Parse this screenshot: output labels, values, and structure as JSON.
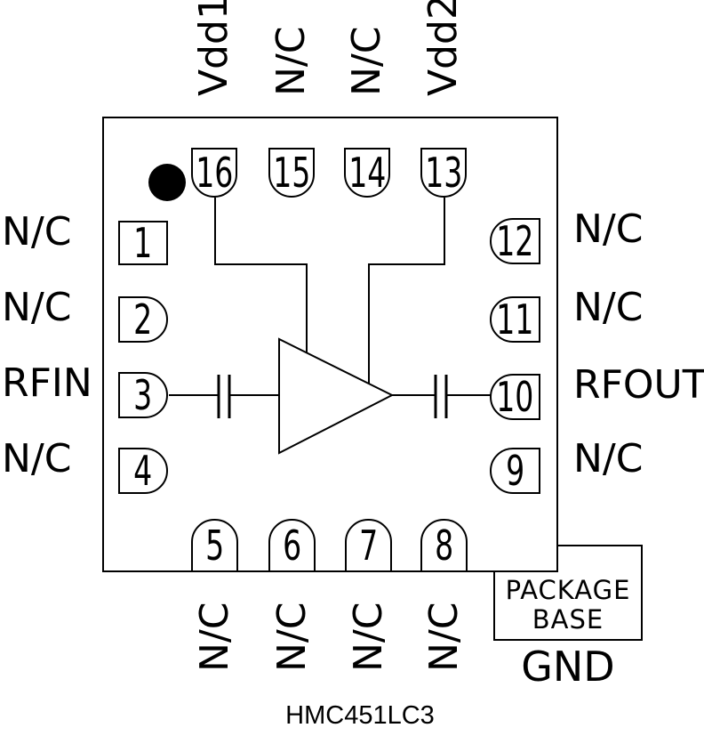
{
  "title": "HMC451LC3",
  "chip": {
    "pins": {
      "top": [
        {
          "num": "16",
          "label": "Vdd1"
        },
        {
          "num": "15",
          "label": "N/C"
        },
        {
          "num": "14",
          "label": "N/C"
        },
        {
          "num": "13",
          "label": "Vdd2"
        }
      ],
      "left": [
        {
          "num": "1",
          "label": "N/C"
        },
        {
          "num": "2",
          "label": "N/C"
        },
        {
          "num": "3",
          "label": "RFIN"
        },
        {
          "num": "4",
          "label": "N/C"
        }
      ],
      "right": [
        {
          "num": "12",
          "label": "N/C"
        },
        {
          "num": "11",
          "label": "N/C"
        },
        {
          "num": "10",
          "label": "RFOUT"
        },
        {
          "num": "9",
          "label": "N/C"
        }
      ],
      "bottom": [
        {
          "num": "5",
          "label": "N/C"
        },
        {
          "num": "6",
          "label": "N/C"
        },
        {
          "num": "7",
          "label": "N/C"
        },
        {
          "num": "8",
          "label": "N/C"
        }
      ]
    }
  },
  "package_base": {
    "label_line1": "PACKAGE",
    "label_line2": "BASE",
    "ground": "GND"
  },
  "icons": {
    "pin1_marker": "filled-circle",
    "amplifier": "triangle-right",
    "capacitor": "parallel-plates"
  },
  "colors": {
    "ink": "#000000",
    "background": "#ffffff"
  }
}
